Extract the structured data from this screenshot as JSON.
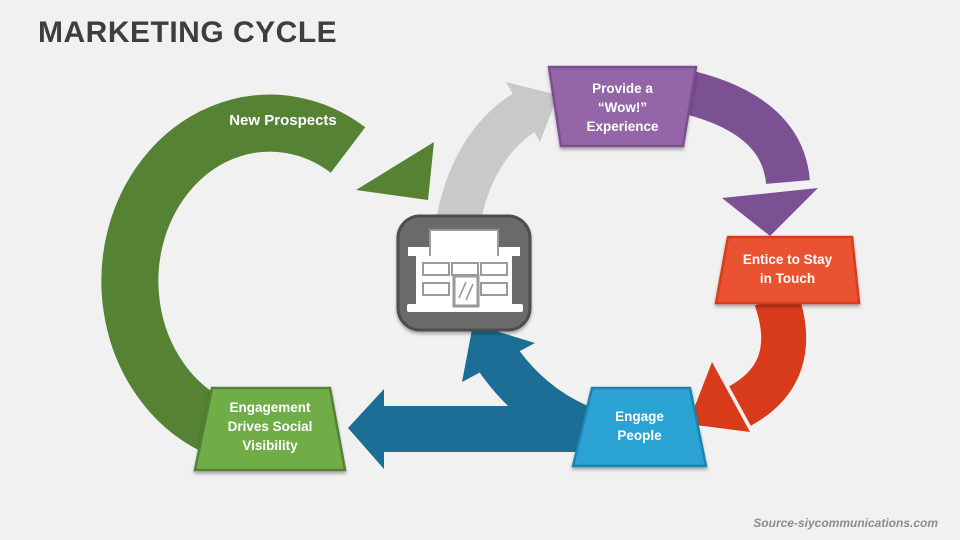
{
  "slide": {
    "title": "MARKETING CYCLE",
    "source": "Source-siycommunications.com",
    "background": "#f1f1f1"
  },
  "colors": {
    "title_text": "#3e3e3e",
    "source_text": "#8c8c8c",
    "label_text": "#ffffff",
    "green_arrow": "#568234",
    "gray_arrow": "#c9c9ca",
    "purple_arrow": "#7b5193",
    "red_arrow": "#d83b19",
    "blue_arrow": "#1c6e96",
    "purple_box_fill": "#9465a7",
    "purple_box_stroke": "#7a4f92",
    "orange_box_fill": "#ea5232",
    "orange_box_stroke": "#d93a1c",
    "blue_box_fill": "#29a3d4",
    "blue_box_stroke": "#1a84ad",
    "green_box_fill": "#70ad47",
    "green_box_stroke": "#538135",
    "icon_fill": "#6a6a6a",
    "icon_stroke": "#4e4e4e",
    "icon_art": "#ffffff",
    "icon_line": "#9a9a9a"
  },
  "diagram": {
    "center_icon": "storefront",
    "cycle_label": "New Prospects",
    "steps": [
      {
        "id": "provide-wow",
        "color": "purple",
        "label_lines": [
          "Provide a",
          "“Wow!”",
          "Experience"
        ]
      },
      {
        "id": "entice-stay-in-touch",
        "color": "orange",
        "label_lines": [
          "Entice to Stay",
          "in Touch"
        ]
      },
      {
        "id": "engage-people",
        "color": "blue",
        "label_lines": [
          "Engage",
          "People"
        ]
      },
      {
        "id": "engagement-drives-social-visibility",
        "color": "green",
        "label_lines": [
          "Engagement",
          "Drives Social",
          "Visibility"
        ]
      }
    ]
  }
}
